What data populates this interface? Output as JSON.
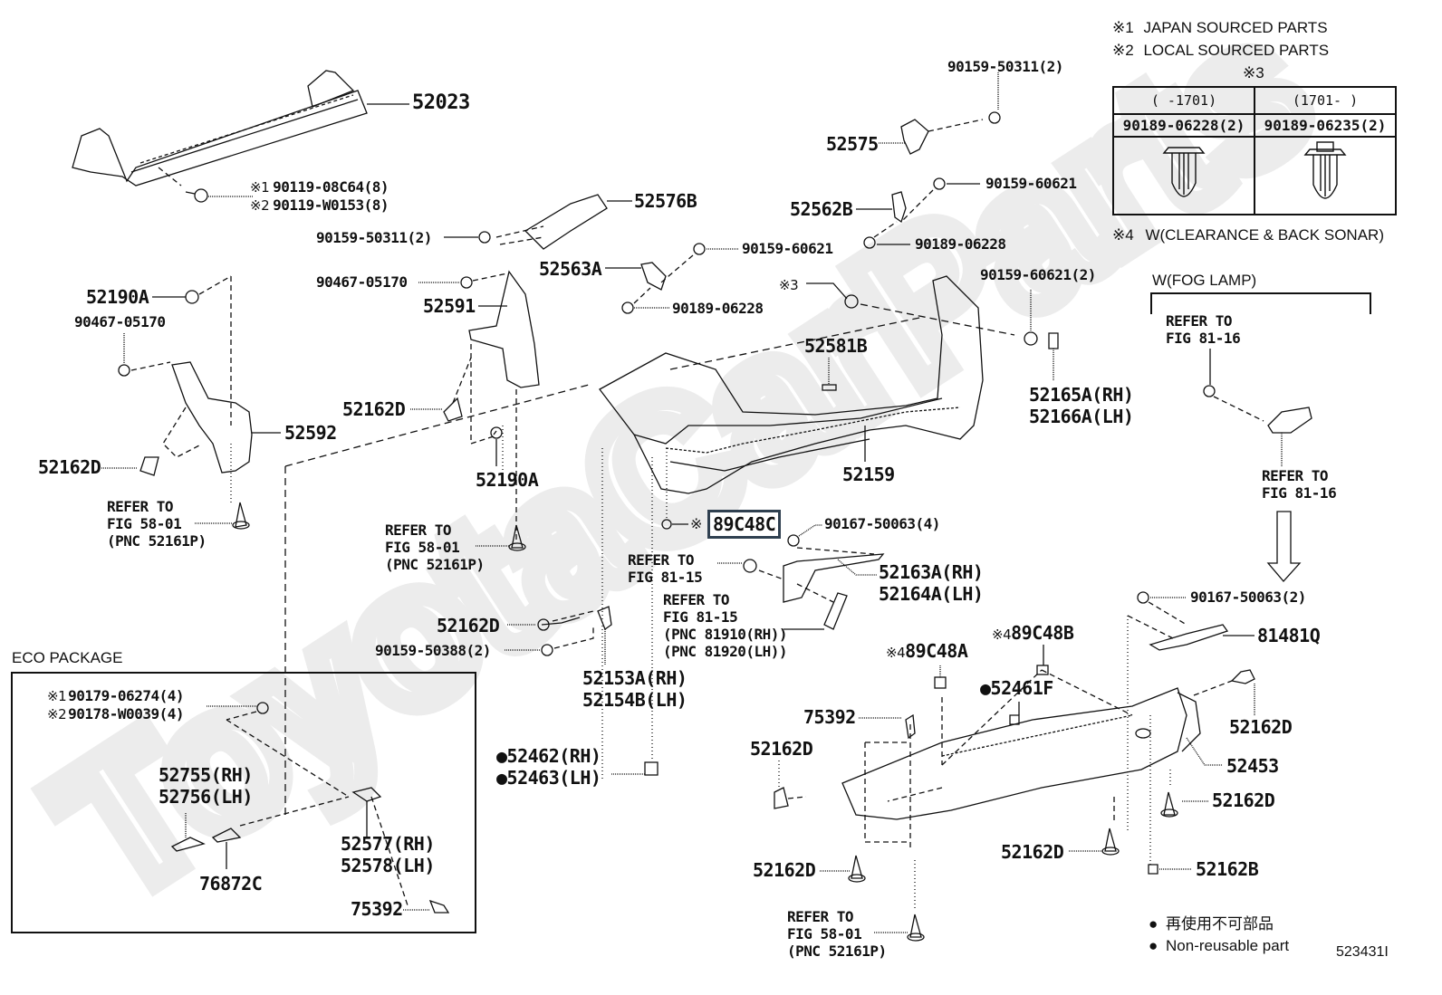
{
  "figure_id": "523431I",
  "legend": {
    "notes": [
      {
        "mark": "※1",
        "text": "JAPAN SOURCED PARTS"
      },
      {
        "mark": "※2",
        "text": "LOCAL SOURCED PARTS"
      }
    ],
    "note3_mark": "※3",
    "note3_table": {
      "columns": [
        {
          "date_range": "(      -1701)",
          "part": "90189-06228(2)",
          "icon": "clip-icon"
        },
        {
          "date_range": "(1701-      )",
          "part": "90189-06235(2)",
          "icon": "clip-with-cap-icon"
        }
      ]
    },
    "note4": {
      "mark": "※4",
      "text": "W(CLEARANCE & BACK SONAR)"
    },
    "non_reusable": {
      "jp": "再使用不可部品",
      "en": "Non-reusable part",
      "marker": "●"
    }
  },
  "groups": {
    "fog_lamp": {
      "title": "W(FOG LAMP)",
      "refer_top": [
        "REFER TO",
        "FIG 81-16"
      ],
      "refer_bottom": [
        "REFER TO",
        "FIG 81-16"
      ]
    },
    "eco_package": {
      "title": "ECO PACKAGE",
      "fastener": {
        "line1_mark": "※1",
        "line1": "90179-06274(4)",
        "line2_mark": "※2",
        "line2": "90178-W0039(4)"
      },
      "parts": [
        "52755(RH)",
        "52756(LH)",
        "76872C",
        "52577(RH)",
        "52578(LH)",
        "75392"
      ]
    }
  },
  "labels": {
    "p52023": "52023",
    "bolt1_mark": "※1",
    "bolt1": "90119-08C64(8)",
    "bolt2_mark": "※2",
    "bolt2": "90119-W0153(8)",
    "p52576B": "52576B",
    "p90159_50311_left": "90159-50311(2)",
    "p90159_50311_top": "90159-50311(2)",
    "p52575": "52575",
    "p52562B": "52562B",
    "p90159_60621_a": "90159-60621",
    "p90189_06228_a": "90189-06228",
    "p52563A": "52563A",
    "p90159_60621_b": "90159-60621",
    "p90189_06228_b": "90189-06228",
    "p90467_05170_a": "90467-05170",
    "p52591": "52591",
    "p52190A_a": "52190A",
    "p90467_05170_b": "90467-05170",
    "note3_ref": "※3",
    "p90159_60621_2": "90159-60621(2)",
    "p52581B": "52581B",
    "p52165A": "52165A(RH)",
    "p52166A": "52166A(LH)",
    "p52162D_a": "52162D",
    "p52592": "52592",
    "p52162D_b": "52162D",
    "p52159": "52159",
    "p52190A_b": "52190A",
    "refer_58_a": [
      "REFER TO",
      "FIG 58-01",
      "(PNC 52161P)"
    ],
    "refer_58_b": [
      "REFER TO",
      "FIG 58-01",
      "(PNC 52161P)"
    ],
    "refer_58_c": [
      "REFER TO",
      "FIG 58-01",
      "(PNC 52161P)"
    ],
    "p89C48C_mark": "※",
    "p89C48C": "89C48C",
    "p90167_50063_4": "90167-50063(4)",
    "refer_81_15_a": [
      "REFER TO",
      "FIG 81-15"
    ],
    "refer_81_15_b": [
      "REFER TO",
      "FIG 81-15",
      "(PNC 81910(RH))",
      "(PNC 81920(LH))"
    ],
    "p52163A": "52163A(RH)",
    "p52164A": "52164A(LH)",
    "p52162D_c": "52162D",
    "p90159_50388": "90159-50388(2)",
    "p52153A": "52153A(RH)",
    "p52154B": "52154B(LH)",
    "p52462": "●52462(RH)",
    "p52463": "●52463(LH)",
    "p89C48A_mark": "※4",
    "p89C48A": "89C48A",
    "p89C48B_mark": "※4",
    "p89C48B": "89C48B",
    "p52461F": "●52461F",
    "p75392": "75392",
    "p52162D_d": "52162D",
    "p52162D_e": "52162D",
    "p52162D_f": "52162D",
    "p90167_50063_2": "90167-50063(2)",
    "p81481Q": "81481Q",
    "p52162D_g": "52162D",
    "p52453": "52453",
    "p52162D_h": "52162D",
    "p52162B": "52162B"
  },
  "highlight": {
    "part": "89C48C",
    "color": "#2f4050"
  },
  "watermark": {
    "text": "ToyotaCarParts",
    "color": "#ececec"
  }
}
